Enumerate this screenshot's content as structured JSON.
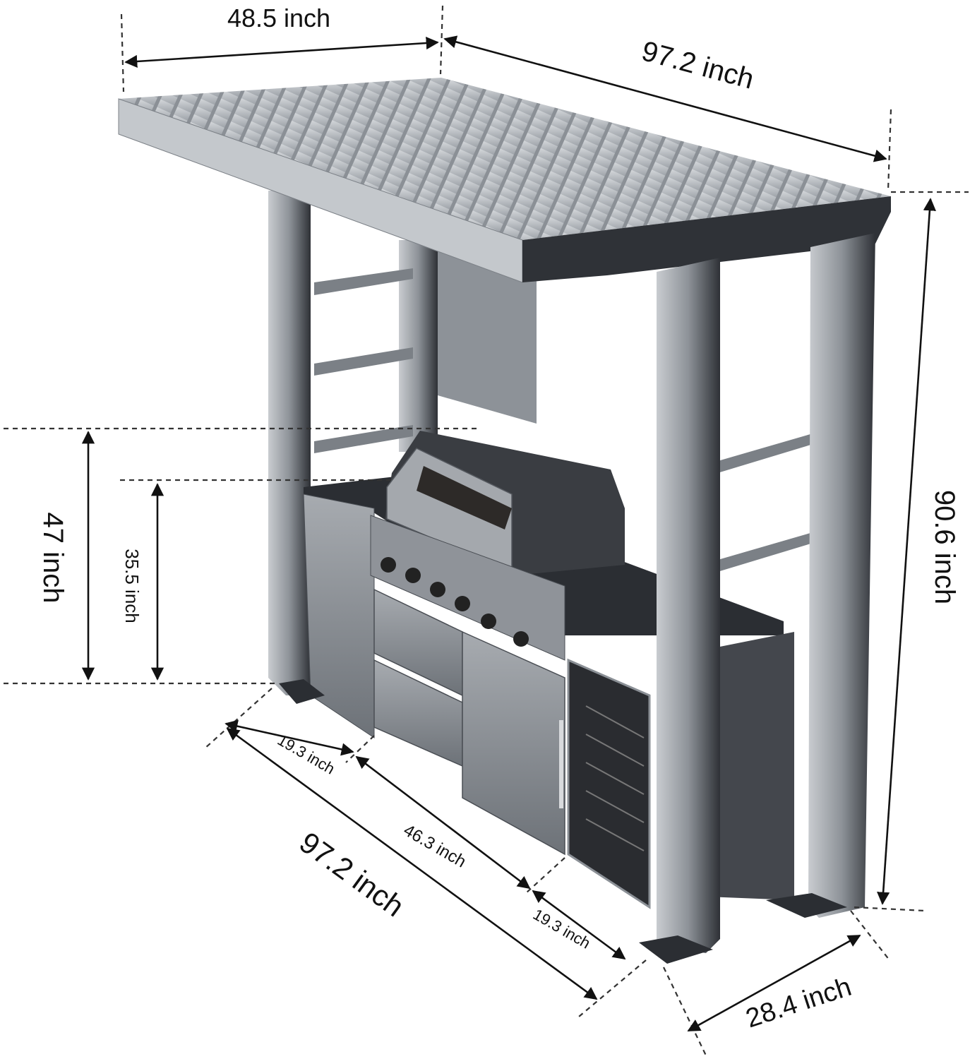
{
  "dimensions": {
    "roof_front_width": "48.5 inch",
    "roof_side_length": "97.2 inch",
    "total_height": "90.6 inch",
    "sink_height": "47 inch",
    "counter_height": "35.5 inch",
    "bottom_total_length": "97.2 inch",
    "left_cabinet_width": "19.3 inch",
    "grill_section_width": "46.3 inch",
    "right_cabinet_width": "19.3 inch",
    "depth": "28.4 inch"
  },
  "colors": {
    "steel_dark": "#3a3d42",
    "steel_mid": "#6b7077",
    "steel_light": "#b9bdc2"
  }
}
